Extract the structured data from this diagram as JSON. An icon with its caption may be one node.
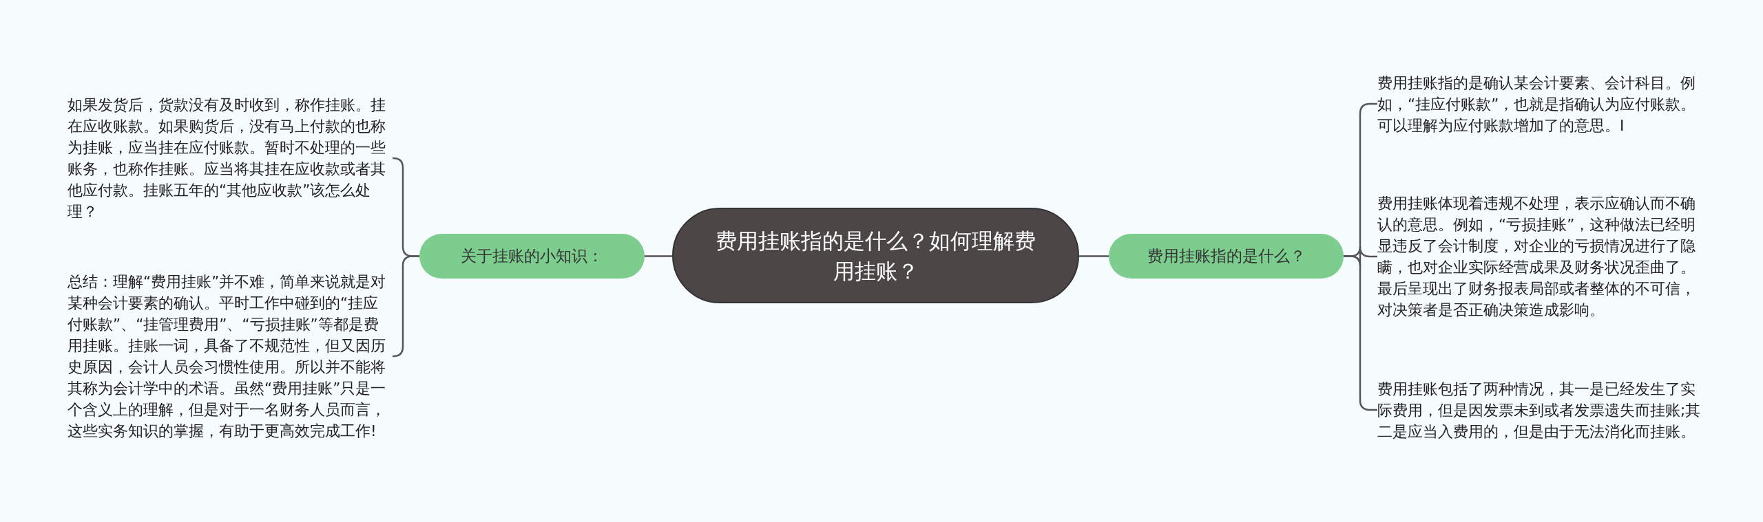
{
  "diagram": {
    "nodes": [
      {
        "text": [
          "费用挂账指的是什么？如何理解费用挂账？"
        ]
      },
      {
        "text": [
          "关于挂账的小知识："
        ]
      },
      {
        "text": [
          "如果发货后，货款没有及时收到，称作挂账。挂在应收账款。如果购货后，没有马上付款的也称为挂账，应当挂在应付账款。暂时不处理的一些账务，也称作挂账。应当将其挂在应收款或者其他应付款。挂账五年的“其他应收款”该怎么处理？"
        ]
      },
      {
        "text": [
          "总结：理解“费用挂账”并不难，简单来说就是对某种会计要素的确认。平时工作中碰到的“挂应付账款”、“挂管理费用”、“亏损挂账”等都是费用挂账。挂账一词，具备了不规范性，但又因历史原因，会计人员会习惯性使用。所以并不能将其称为会计学中的术语。虽然“费用挂账”只是一个含义上的理解，但是对于一名财务人员而言，这些实务知识的掌握，有助于更高效完成工作!"
        ]
      },
      {
        "text": [
          "费用挂账指的是什么？"
        ]
      },
      {
        "text": [
          "费用挂账指的是确认某会计要素、会计科目。例如，“挂应付账款”，也就是指确认为应付账款。可以理解为应付账款增加了的意思。I"
        ]
      },
      {
        "text": [
          "费用挂账体现着违规不处理，表示应确认而不确认的意思。例如，“亏损挂账”，这种做法已经明显违反了会计制度，对企业的亏损情况进行了隐瞒，也对企业实际经营成果及财务状况歪曲了。最后呈现出了财务报表局部或者整体的不可信，对决策者是否正确决策造成影响。"
        ]
      },
      {
        "text": [
          "费用挂账包括了两种情况，其一是已经发生了实际费用，但是因发票未到或者发票遗失而挂账;其二是应当入费用的，但是由于无法消化而挂账。"
        ]
      }
    ],
    "edges": [
      {
        "from": 0,
        "to": 1,
        "arrow": "none"
      },
      {
        "from": 1,
        "to": 2,
        "arrow": "none"
      },
      {
        "from": 1,
        "to": 3,
        "arrow": "none"
      },
      {
        "from": 0,
        "to": 4,
        "arrow": "none"
      },
      {
        "from": 4,
        "to": 5,
        "arrow": "none"
      },
      {
        "from": 4,
        "to": 6,
        "arrow": "none"
      },
      {
        "from": 4,
        "to": 7,
        "arrow": "none"
      }
    ]
  }
}
